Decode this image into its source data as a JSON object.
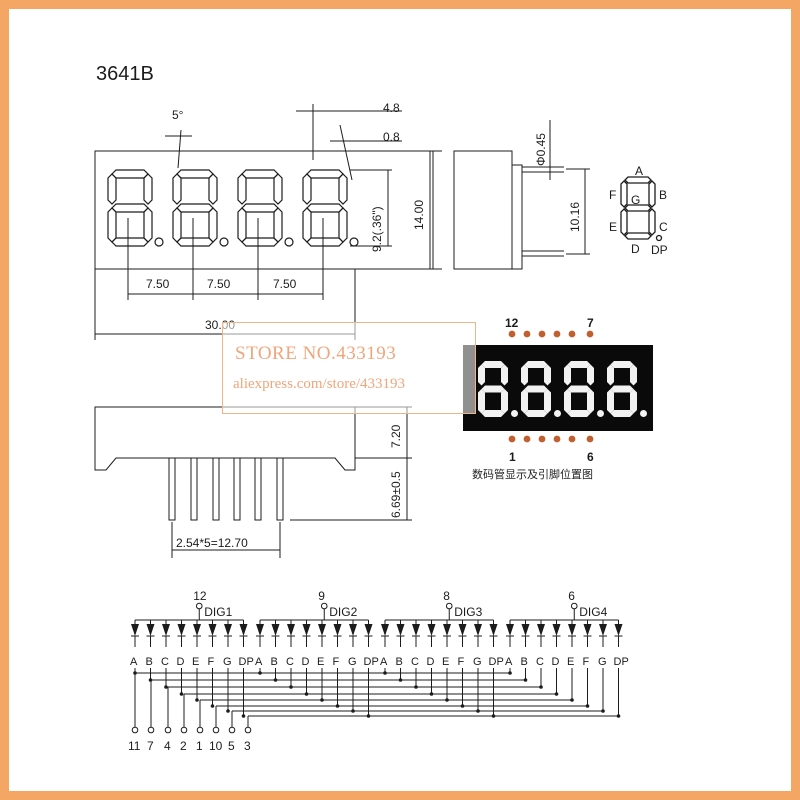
{
  "title": "3641B",
  "top_view": {
    "angle": "5°",
    "w48": "4.8",
    "w08": "0.8",
    "digit_height": "9.2(.36\")",
    "height": "14.00",
    "pitch1": "7.50",
    "pitch2": "7.50",
    "pitch3": "7.50",
    "width": "30.00"
  },
  "side_view": {
    "pin_dia": "Φ0.45",
    "pin_spacing": "10.16"
  },
  "segment_labels": [
    "A",
    "B",
    "C",
    "D",
    "E",
    "F",
    "G",
    "DP"
  ],
  "bottom_view": {
    "height": "7.20",
    "pin_len": "6.69±0.5",
    "pitch": "2.54*5=12.70"
  },
  "photo": {
    "pins_top": [
      "12",
      "7"
    ],
    "pins_bottom": [
      "1",
      "6"
    ],
    "caption": "数码管显示及引脚位置图"
  },
  "watermark": {
    "line1": "STORE NO.433193",
    "line2": "aliexpress.com/store/433193"
  },
  "schematic": {
    "digits": [
      {
        "pin": "12",
        "label": "DIG1"
      },
      {
        "pin": "9",
        "label": "DIG2"
      },
      {
        "pin": "8",
        "label": "DIG3"
      },
      {
        "pin": "6",
        "label": "DIG4"
      }
    ],
    "segments": [
      "A",
      "B",
      "C",
      "D",
      "E",
      "F",
      "G",
      "DP"
    ],
    "segment_pins": [
      "11",
      "7",
      "4",
      "2",
      "1",
      "10",
      "5",
      "3"
    ]
  },
  "colors": {
    "border": "#f4a765",
    "line": "#1c1c1c",
    "watermark": "#f0a57b",
    "pin_dot": "#c06030"
  }
}
